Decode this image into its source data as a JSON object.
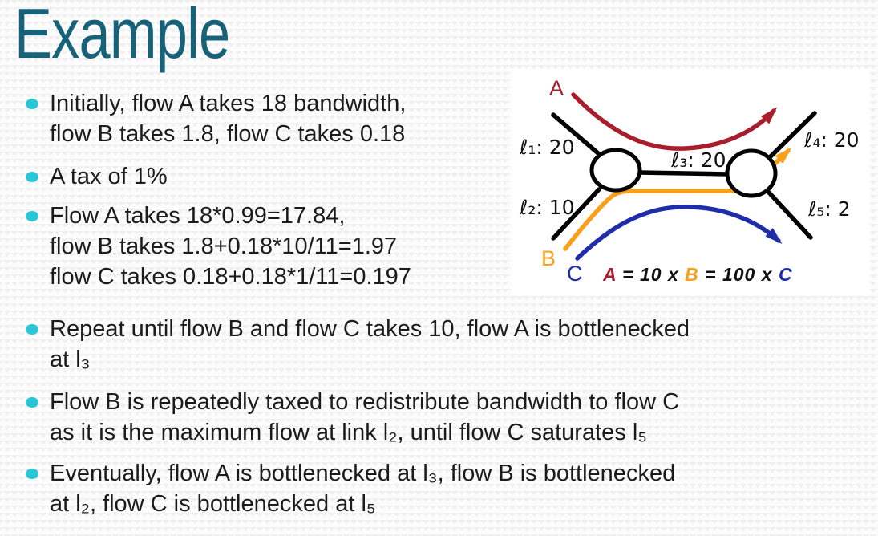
{
  "slide": {
    "title": "Example"
  },
  "bullets": [
    {
      "lines": [
        "Initially, flow A takes 18 bandwidth,",
        "flow B takes 1.8, flow C takes 0.18"
      ]
    },
    {
      "lines": [
        "A tax of 1%"
      ]
    },
    {
      "lines": [
        "Flow A takes 18*0.99=17.84,",
        "flow B takes 1.8+0.18*10/11=1.97",
        "flow C takes 0.18+0.18*1/11=0.197"
      ]
    },
    {
      "lines": [
        "Repeat until flow B and flow C takes 10, flow A is bottlenecked",
        "at l₃"
      ]
    },
    {
      "lines": [
        "Flow B is repeatedly taxed to redistribute bandwidth to flow C",
        "as it is the maximum flow at link l₂, until flow C saturates l₅"
      ]
    },
    {
      "lines": [
        "Eventually, flow A is bottlenecked at l₃, flow B is bottlenecked",
        "at l₂, flow C is bottlenecked at l₅"
      ]
    }
  ],
  "diagram": {
    "flow_a_label": "A",
    "flow_b_label": "B",
    "flow_c_label": "C",
    "link1_label": "ℓ₁: 20",
    "link2_label": "ℓ₂: 10",
    "link3_label": "ℓ₃: 20",
    "link4_label": "ℓ₄: 20",
    "link5_label": "ℓ₅: 2",
    "caption": {
      "a": "A",
      "mid1": " = 10 x ",
      "b": "B",
      "mid2": " = 100 x ",
      "c": "C"
    },
    "colors": {
      "flow_a": "#A81E2D",
      "flow_b": "#F9A01B",
      "flow_c": "#1F2DA8",
      "links": "#000000"
    }
  },
  "theme": {
    "title_color": "#176179",
    "bullet_dot_color": "#29C7D6",
    "text_color": "#1B1B1B",
    "background": "#FCFCFC",
    "panel_background": "#FFFFFF"
  }
}
